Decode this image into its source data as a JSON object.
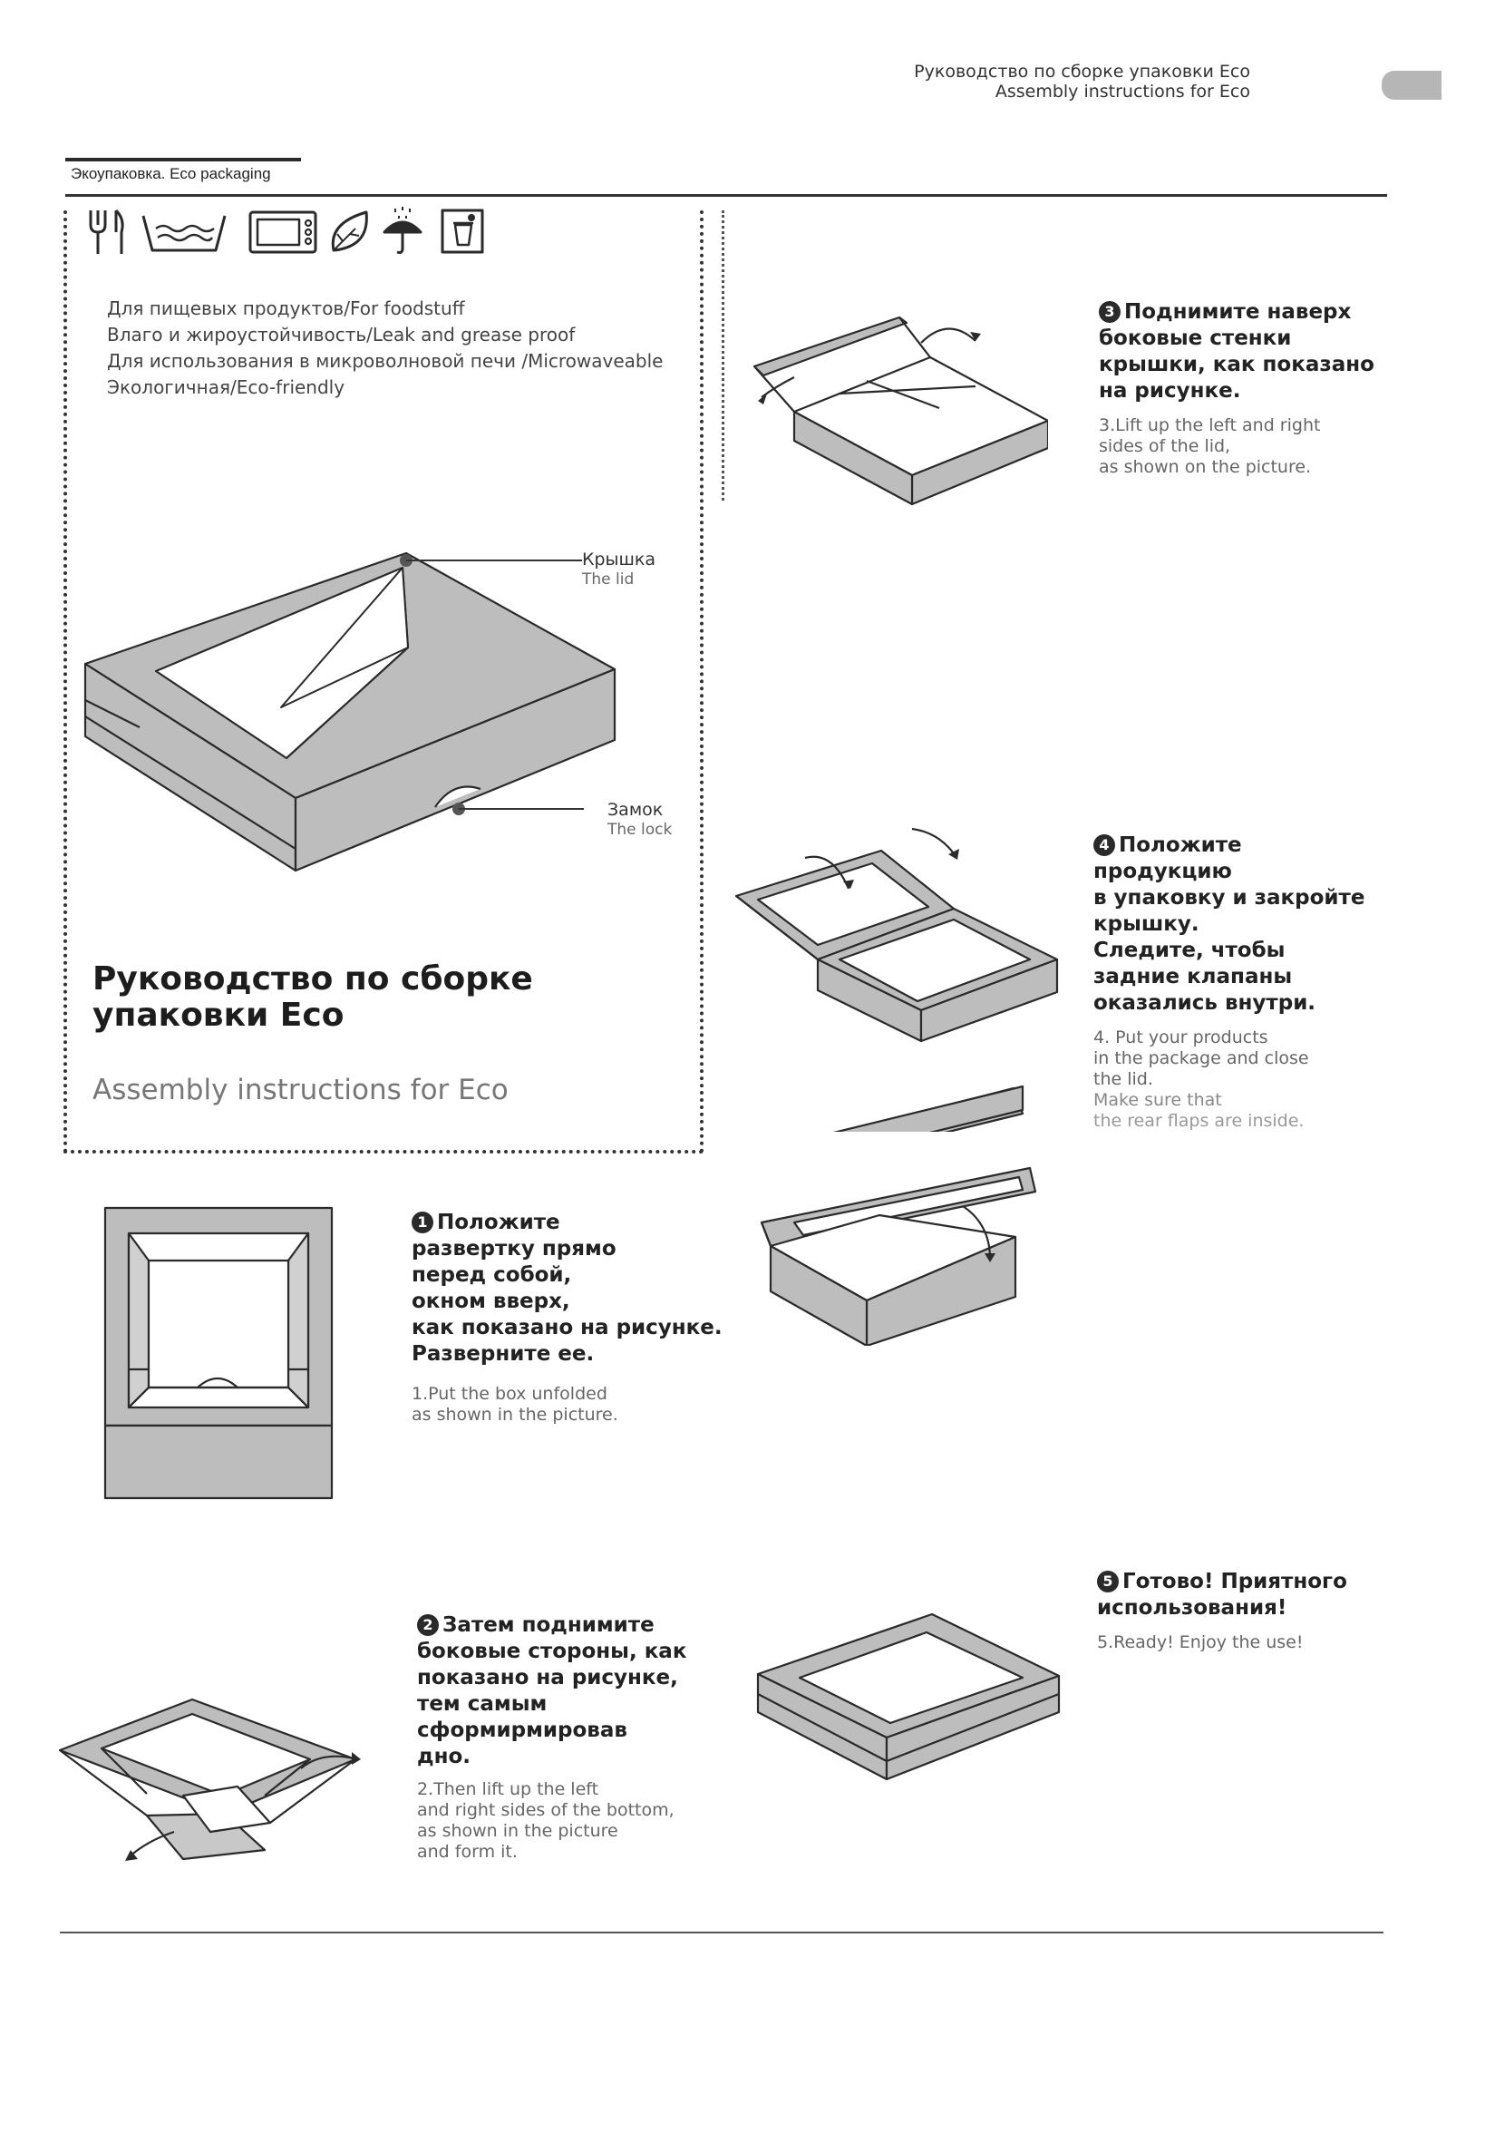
{
  "header": {
    "title_ru": "Руководство по сборке упаковки Eco",
    "title_en": "Assembly instructions for Eco"
  },
  "section_label": "Экоупаковка. Eco packaging",
  "icons": [
    "fork-knife-icon",
    "grease-proof-icon",
    "microwave-icon",
    "leaf-icon",
    "umbrella-icon",
    "trash-bin-icon"
  ],
  "properties": [
    "Для пищевых продуктов/For foodstuff",
    "Влаго и жироустойчивость/Leak and grease proof",
    "Для использования в микроволновой печи /Microwaveable",
    "Экологичная/Eco-friendly"
  ],
  "callouts": {
    "lid_ru": "Крышка",
    "lid_en": "The lid",
    "lock_ru": "Замок",
    "lock_en": "The lock"
  },
  "main_title": {
    "ru_line1": "Руководство по сборке",
    "ru_line2": "упаковки Eco",
    "en": "Assembly instructions for Eco"
  },
  "steps": [
    {
      "num": "1",
      "ru": [
        "Положите",
        "развертку прямо",
        "перед собой,",
        "окном вверх,",
        "как показано на рисунке.",
        "Разверните ее."
      ],
      "en": [
        "1.Put the box unfolded",
        "as shown in the picture."
      ]
    },
    {
      "num": "2",
      "ru": [
        "Затем поднимите",
        "боковые стороны, как",
        "показано на рисунке,",
        "тем самым",
        "сформирмировав",
        "дно."
      ],
      "en": [
        "2.Then lift up the left",
        "and right  sides of the bottom,",
        "as shown in the picture",
        "and form it."
      ]
    },
    {
      "num": "3",
      "ru": [
        "Поднимите наверх",
        "боковые стенки",
        "крышки, как показано",
        "на рисунке."
      ],
      "en": [
        "3.Lift up the left and right",
        "sides of the lid,",
        "as shown on the picture."
      ]
    },
    {
      "num": "4",
      "ru": [
        "Положите",
        "продукцию",
        "в упаковку и закройте",
        "крышку.",
        "Следите, чтобы",
        "задние клапаны",
        "оказались внутри."
      ],
      "en": [
        "4. Put your products",
        "in the package and close",
        "the lid.",
        "Make sure that",
        "the rear flaps are inside."
      ]
    },
    {
      "num": "5",
      "ru": [
        "Готово! Приятного",
        "использования!"
      ],
      "en": [
        "5.Ready! Enjoy the use!"
      ]
    }
  ]
}
